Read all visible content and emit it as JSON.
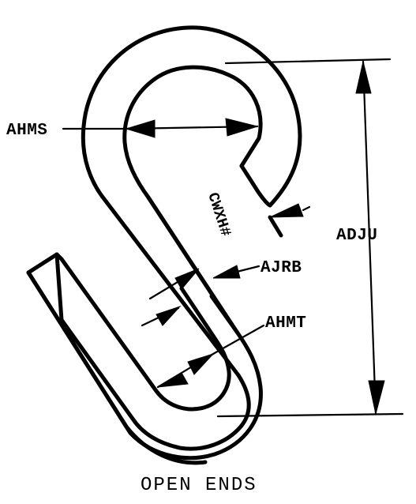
{
  "labels": {
    "ahms": "AHMS",
    "adju": "ADJU",
    "cwxh": "CWXH#",
    "ajrb": "AJRB",
    "ahmt": "AHMT"
  },
  "caption": "OPEN ENDS"
}
